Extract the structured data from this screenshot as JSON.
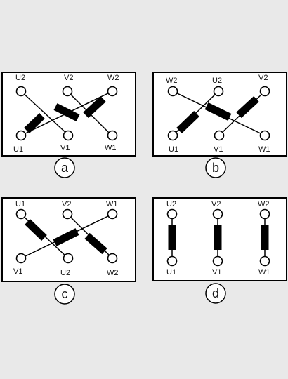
{
  "colors": {
    "background": "#e9e9e9",
    "panel": "#ffffff",
    "ink": "#000000"
  },
  "panels": [
    {
      "caption": "a",
      "top_labels": [
        "U2",
        "V2",
        "W2"
      ],
      "bottom_labels": [
        "U1",
        "V1",
        "W1"
      ],
      "wiring": "cross"
    },
    {
      "caption": "b",
      "top_labels": [
        "W2",
        "U2",
        "V2"
      ],
      "bottom_labels": [
        "U1",
        "V1",
        "W1"
      ],
      "wiring": "cross"
    },
    {
      "caption": "c",
      "top_labels": [
        "U1",
        "V2",
        "W1"
      ],
      "bottom_labels": [
        "V1",
        "U2",
        "W2"
      ],
      "wiring": "cross-mirrored"
    },
    {
      "caption": "d",
      "top_labels": [
        "U2",
        "V2",
        "W2"
      ],
      "bottom_labels": [
        "U1",
        "V1",
        "W1"
      ],
      "wiring": "straight"
    }
  ]
}
